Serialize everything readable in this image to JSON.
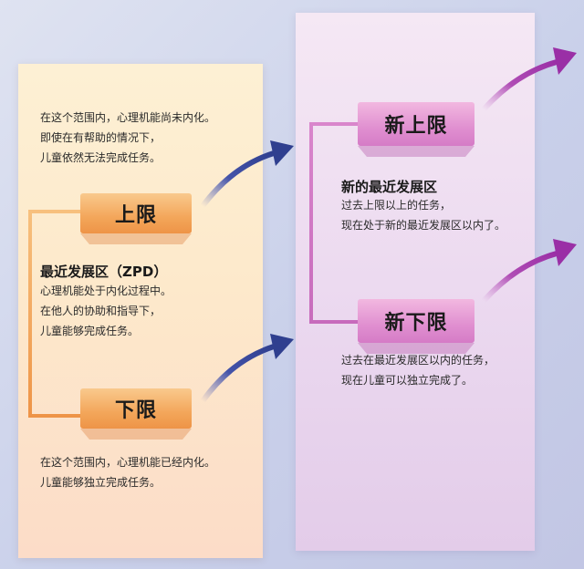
{
  "left": {
    "upper_zone_text": [
      "在这个范围内，心理机能尚未内化。",
      "即使在有帮助的情况下，",
      "儿童依然无法完成任务。"
    ],
    "upper_label": "上限",
    "zpd_heading": "最近发展区（ZPD）",
    "zpd_text": [
      "心理机能处于内化过程中。",
      "在他人的协助和指导下，",
      "儿童能够完成任务。"
    ],
    "lower_label": "下限",
    "lower_zone_text": [
      "在这个范围内，心理机能已经内化。",
      "儿童能够独立完成任务。"
    ]
  },
  "right": {
    "new_upper_label": "新上限",
    "new_zpd_heading": "新的最近发展区",
    "new_zpd_text": [
      "过去上限以上的任务，",
      "现在处于新的最近发展区以内了。"
    ],
    "new_lower_label": "新下限",
    "new_lower_text": [
      "过去在最近发展区以内的任务，",
      "现在儿童可以独立完成了。"
    ]
  },
  "colors": {
    "orange_accent": "#f3a65a",
    "pink_accent": "#d57bc6",
    "arrow_navy": "#2f3f8f",
    "arrow_purple": "#a03aa8"
  },
  "icons": [
    "arrow-right-up-icon"
  ]
}
